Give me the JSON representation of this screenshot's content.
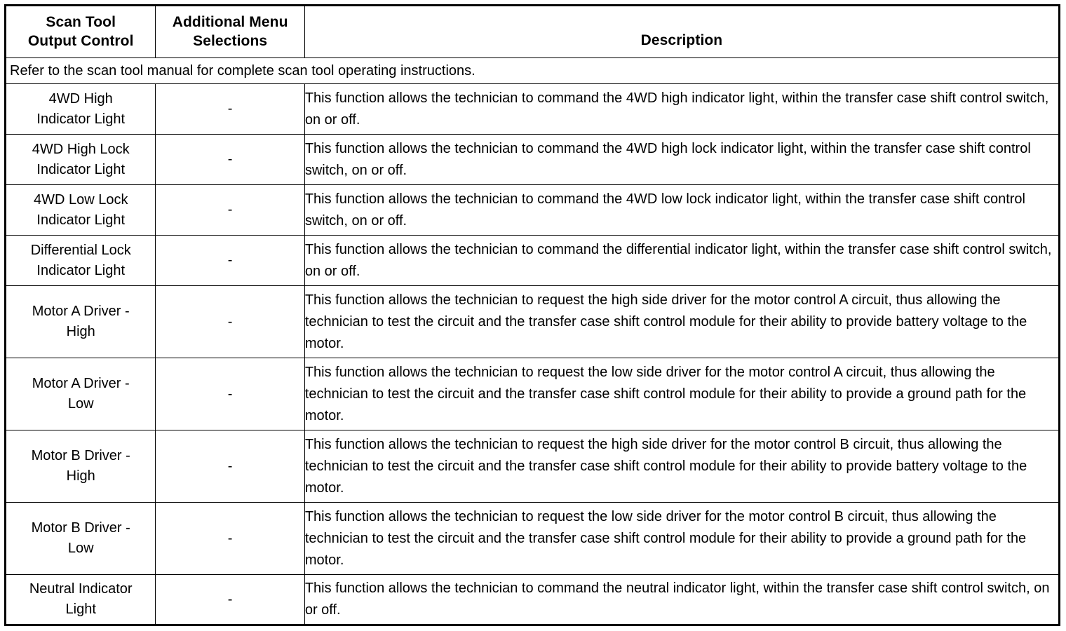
{
  "table": {
    "columns": [
      {
        "id": "scan-tool-output-control",
        "label": "Scan Tool\nOutput Control",
        "line1": "Scan Tool",
        "line2": "Output Control"
      },
      {
        "id": "additional-menu-selections",
        "label": "Additional Menu\nSelections",
        "line1": "Additional Menu",
        "line2": "Selections"
      },
      {
        "id": "description",
        "label": "Description",
        "line1": "Description",
        "line2": ""
      }
    ],
    "note": "Refer to the scan tool manual for complete scan tool operating instructions.",
    "rows": [
      {
        "name_line1": "4WD High",
        "name_line2": "Indicator Light",
        "menu": "-",
        "description": "This function allows the technician to command the 4WD high indicator light, within the transfer case shift control switch, on or off."
      },
      {
        "name_line1": "4WD High Lock",
        "name_line2": "Indicator Light",
        "menu": "-",
        "description": "This function allows the technician to command the 4WD high lock indicator light, within the transfer case shift control switch, on or off."
      },
      {
        "name_line1": "4WD Low Lock",
        "name_line2": "Indicator Light",
        "menu": "-",
        "description": "This function allows the technician to command the 4WD low lock indicator light, within the transfer case shift control switch, on or off."
      },
      {
        "name_line1": "Differential Lock",
        "name_line2": "Indicator Light",
        "menu": "-",
        "description": "This function allows the technician to command the differential indicator light, within the transfer case shift control switch, on or off."
      },
      {
        "name_line1": "Motor A Driver -",
        "name_line2": "High",
        "menu": "-",
        "description": "This function allows the technician to request the high side driver for the motor control A circuit, thus allowing the technician to test the circuit and the transfer case shift control module for their ability to provide battery voltage to the motor."
      },
      {
        "name_line1": "Motor A Driver -",
        "name_line2": "Low",
        "menu": "-",
        "description": "This function allows the technician to request the low side driver for the motor control A circuit, thus allowing the technician to test the circuit and the transfer case shift control module for their ability to provide a ground path for the motor."
      },
      {
        "name_line1": "Motor B Driver -",
        "name_line2": "High",
        "menu": "-",
        "description": "This function allows the technician to request the high side driver for the motor control B circuit, thus allowing the technician to test the circuit and the transfer case shift control module for their ability to provide battery voltage to the motor."
      },
      {
        "name_line1": "Motor B Driver -",
        "name_line2": "Low",
        "menu": "-",
        "description": "This function allows the technician to request the low side driver for the motor control B circuit, thus allowing the technician to test the circuit and the transfer case shift control module for their ability to provide a ground path for the motor."
      },
      {
        "name_line1": "Neutral Indicator",
        "name_line2": "Light",
        "menu": "-",
        "description": "This function allows the technician to command the neutral indicator light, within the transfer case shift control switch, on or off."
      }
    ]
  },
  "colors": {
    "border": "#000000",
    "text": "#000000",
    "background": "#ffffff"
  }
}
